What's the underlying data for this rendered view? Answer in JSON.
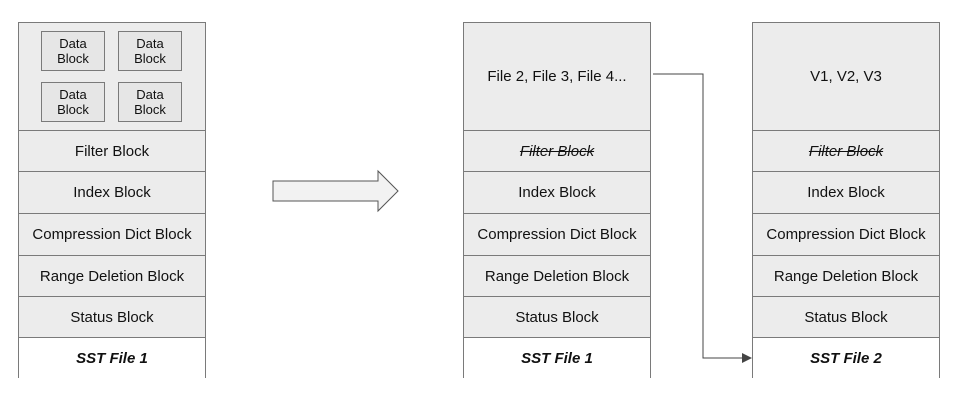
{
  "file1": {
    "data_blocks": [
      "Data Block",
      "Data Block",
      "Data Block",
      "Data Block"
    ],
    "blocks": [
      "Filter Block",
      "Index Block",
      "Compression Dict Block",
      "Range Deletion Block",
      "Status Block"
    ],
    "footer": "SST File 1"
  },
  "file2": {
    "head": "File 2, File 3, File 4...",
    "blocks": [
      "Filter Block",
      "Index Block",
      "Compression Dict Block",
      "Range Deletion Block",
      "Status Block"
    ],
    "footer": "SST File 1"
  },
  "file3": {
    "head": "V1, V2, V3",
    "blocks": [
      "Filter Block",
      "Index Block",
      "Compression Dict Block",
      "Range Deletion Block",
      "Status Block"
    ],
    "footer": "SST File 2"
  },
  "colors": {
    "block_fill": "#ececec",
    "border": "#7a7a7a",
    "footer_fill": "#ffffff"
  }
}
